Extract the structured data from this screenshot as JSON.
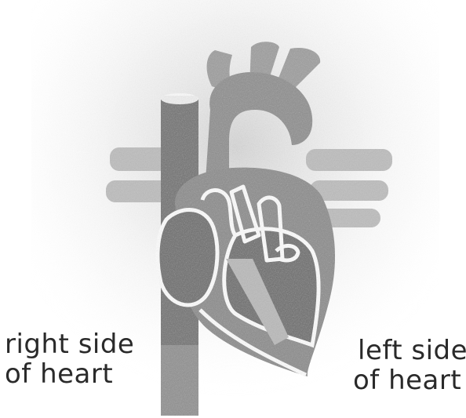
{
  "labels": {
    "right_side": {
      "line1": "right side",
      "line2": "of heart"
    },
    "left_side": {
      "line1": "left side",
      "line2": "of heart"
    }
  },
  "colors": {
    "tissue_dark": "#7a7a7a",
    "tissue_mid": "#a3a3a3",
    "tissue_light": "#cfcfcf",
    "outline": "#ffffff",
    "text": "#2a2a2a"
  }
}
